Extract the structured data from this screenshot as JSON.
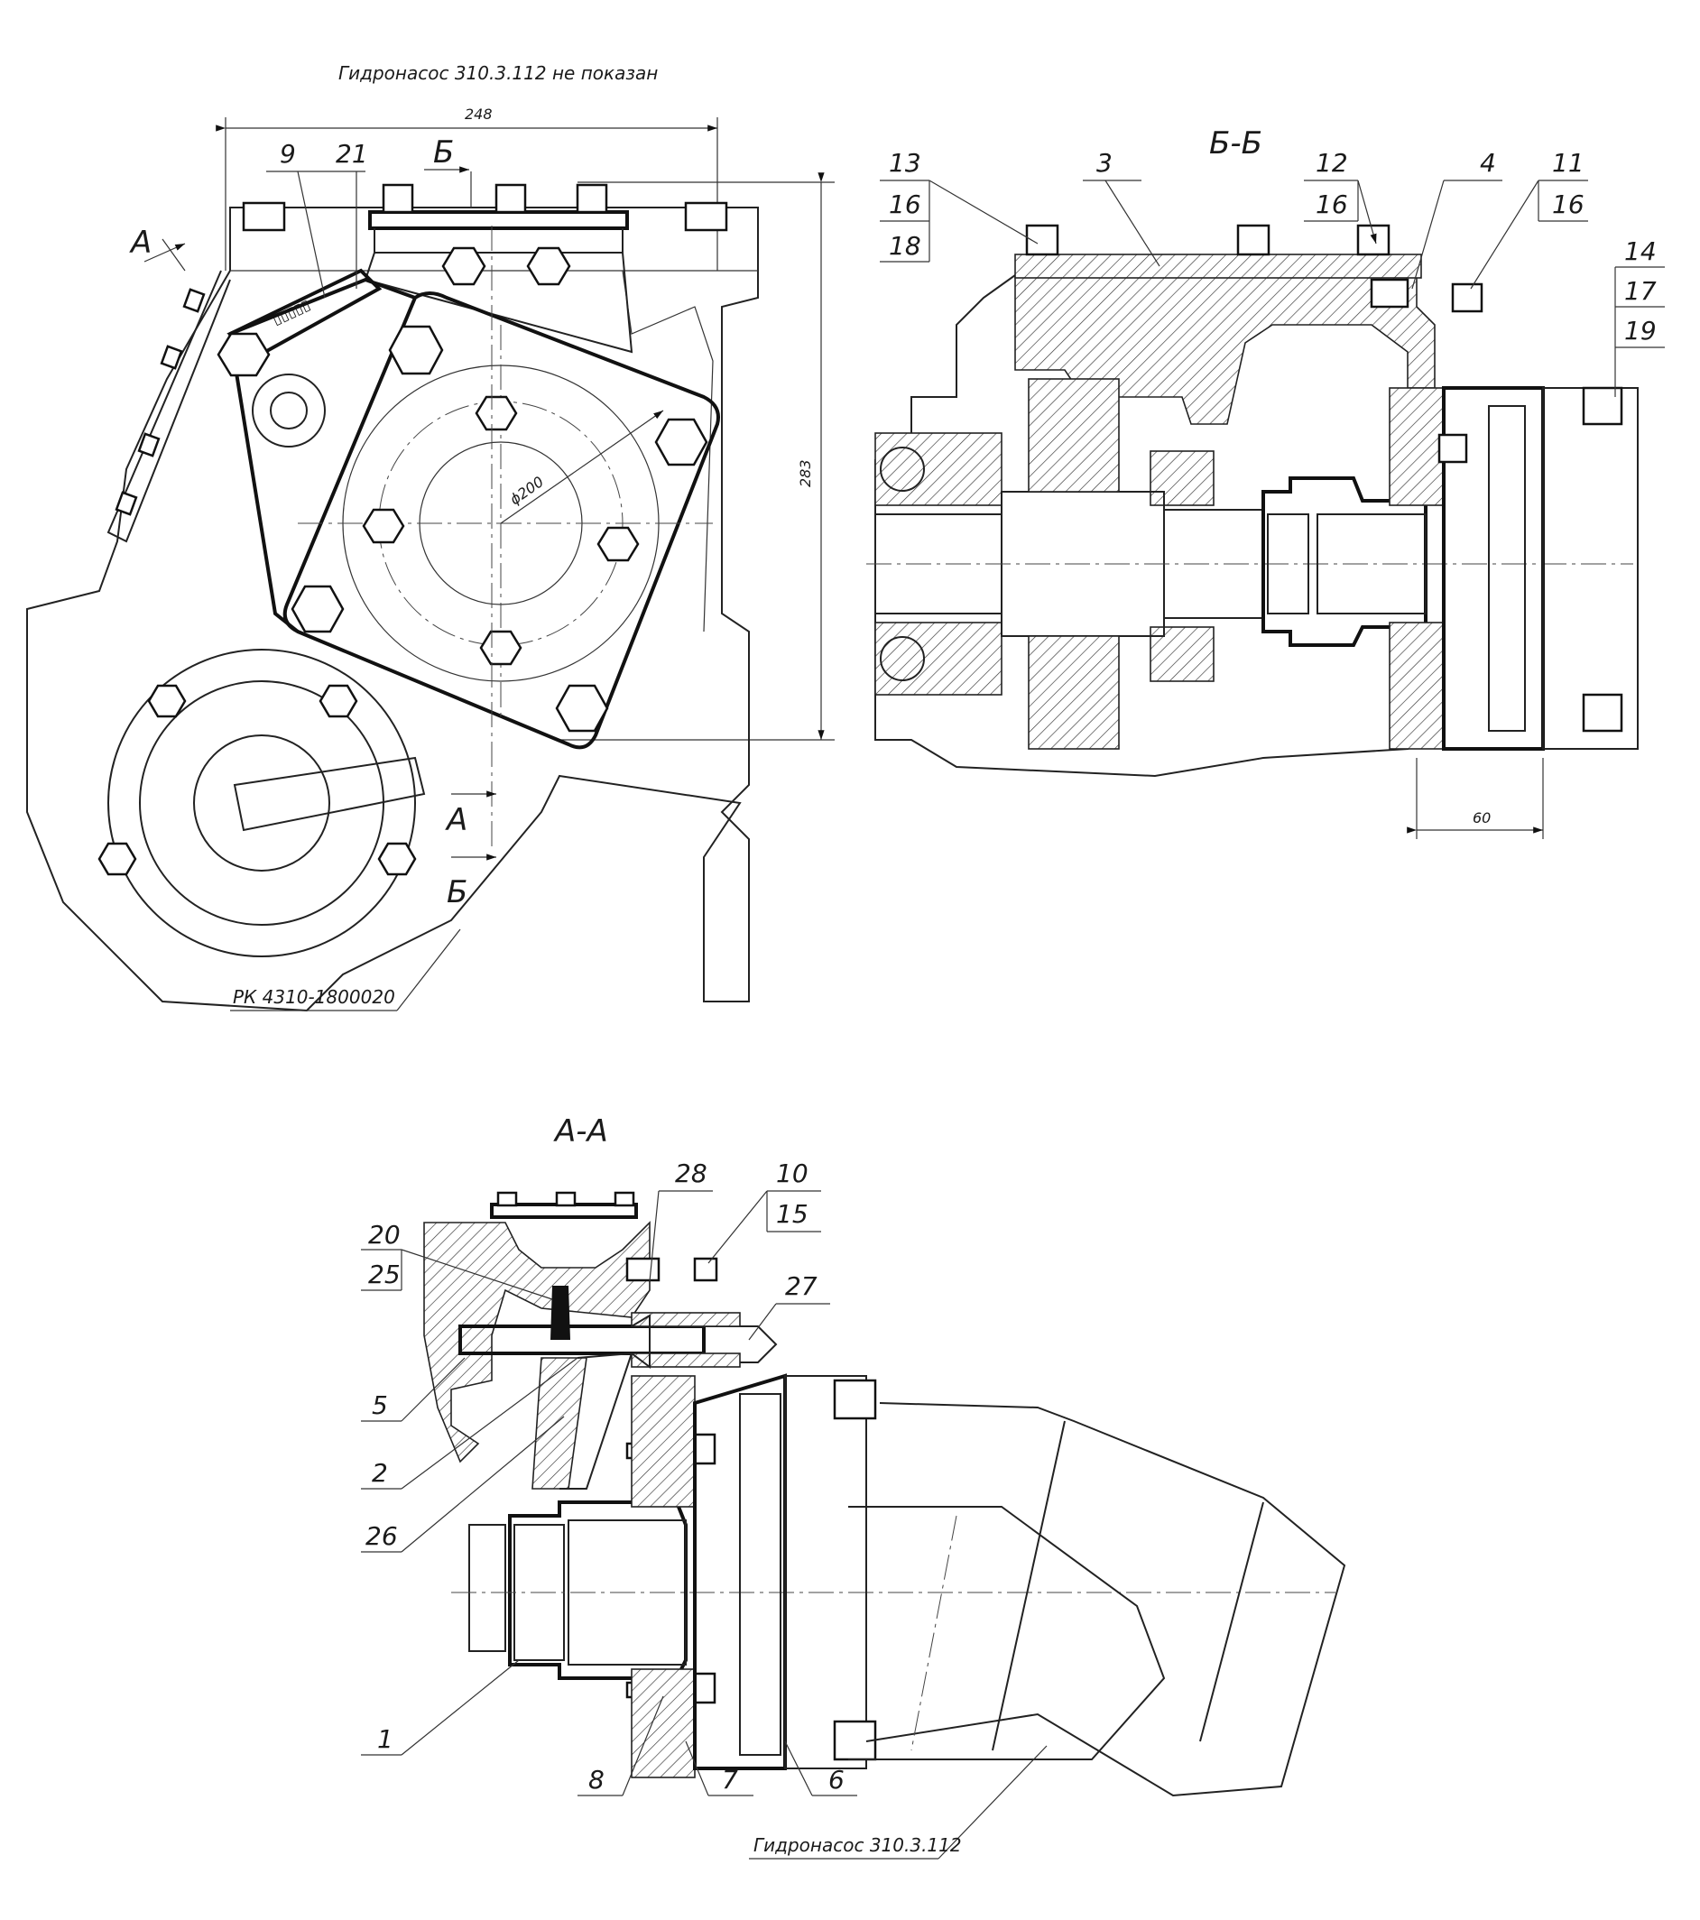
{
  "labels": {
    "pump_not_shown": "Гидронасос 310.3.112 не показан",
    "section_bb": "Б-Б",
    "section_aa": "А-А",
    "arrow_a": "А",
    "arrow_b": "Б",
    "cut_a": "А",
    "cut_b": "Б",
    "transfer_case": "РК 4310-1800020",
    "pump": "Гидронасос 310.3.112"
  },
  "dimensions": {
    "width_248": "248",
    "height_283": "283",
    "diameter_200": "ϕ200",
    "length_60": "60"
  },
  "callouts_top": {
    "p9": "9",
    "p21": "21"
  },
  "callouts_bb": {
    "p13": "13",
    "p16a": "16",
    "p18": "18",
    "p3": "3",
    "p12": "12",
    "p16b": "16",
    "p4": "4",
    "p11": "11",
    "p16c": "16",
    "p14": "14",
    "p17": "17",
    "p19": "19"
  },
  "callouts_aa": {
    "p28": "28",
    "p10": "10",
    "p15": "15",
    "p20": "20",
    "p25": "25",
    "p27": "27",
    "p5": "5",
    "p2": "2",
    "p26": "26",
    "p1": "1",
    "p8": "8",
    "p7": "7",
    "p6": "6"
  }
}
